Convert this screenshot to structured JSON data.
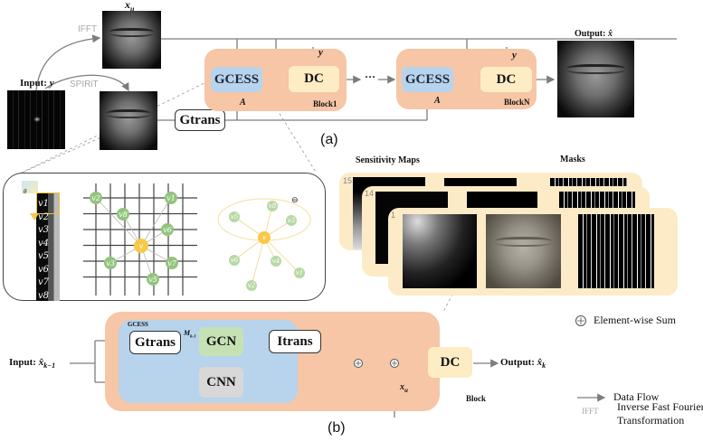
{
  "part_a": {
    "caption": "(a)",
    "input_label": "Input: ",
    "input_var": "y",
    "xu_label": "x",
    "xu_sub": "u",
    "ifft_label": "IFFT",
    "spirit_label": "SPIRiT",
    "gtrans_label": "Gtrans",
    "blocks": [
      {
        "gcess": "GCESS",
        "dc": "DC",
        "name": "Block1",
        "a_label": "A",
        "y_label": "y"
      },
      {
        "gcess": "GCESS",
        "dc": "DC",
        "name": "BlockN",
        "a_label": "A",
        "y_label": "y"
      }
    ],
    "ellipsis": "···",
    "output_label": "Output: ",
    "output_var": "x̂"
  },
  "graph_panel": {
    "patch_nodes": [
      "v1",
      "v2",
      "v3",
      "v4",
      "v5",
      "v6",
      "v7",
      "v8"
    ],
    "theta_label": "θ",
    "grid_nodes": [
      "v2",
      "v1",
      "v8",
      "v6",
      "v",
      "v3",
      "v7",
      "v5"
    ],
    "ellipse_symbol": "⊖",
    "ellipse_nodes": [
      "v5",
      "v8",
      "v3",
      "v",
      "v6",
      "v4",
      "v1",
      "v2"
    ]
  },
  "maps": {
    "sensitivity_title": "Sensitivity Maps",
    "masks_title": "Masks",
    "coil_numbers": [
      "15",
      "14",
      "1"
    ]
  },
  "part_b": {
    "caption": "(b)",
    "input_label": "Input: ",
    "input_var": "x̂",
    "input_sub": "k−1",
    "gcess_title": "GCESS",
    "gtrans": "Gtrans",
    "m_label": "M",
    "m_sub": "k-1",
    "gcn": "GCN",
    "itrans": "Itrans",
    "cnn": "CNN",
    "dc": "DC",
    "xu_label": "x",
    "xu_sub": "u",
    "block_label": "Block",
    "output_label": "Output: ",
    "output_var": "x̂",
    "output_sub": "k"
  },
  "legend": {
    "sum_symbol": "⊕",
    "sum_label": "Element-wise Sum",
    "flow_label": "Data Flow",
    "ifft_abbrev": "IFFT",
    "ifft_line1": "Inverse Fast Fourier",
    "ifft_line2": "Transformation"
  }
}
